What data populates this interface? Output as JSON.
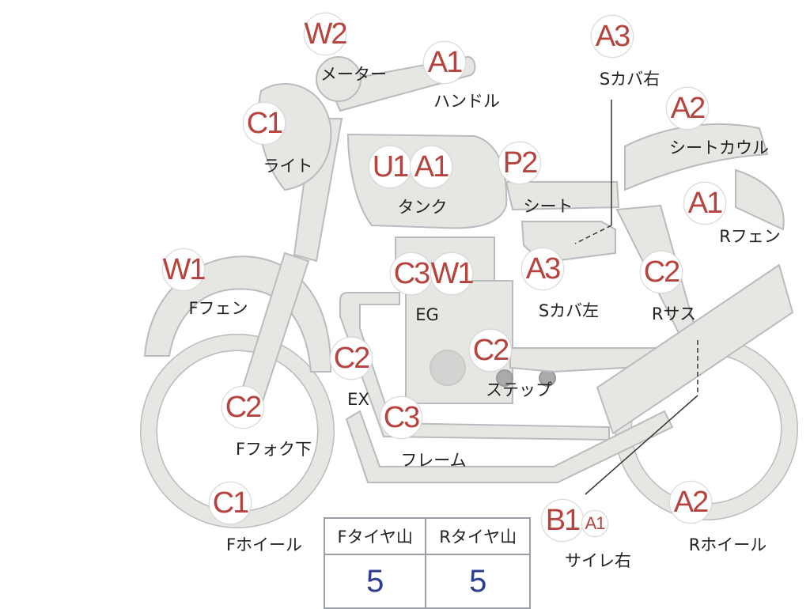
{
  "parts": [
    {
      "id": "w2",
      "code": "W2",
      "label": "メーター",
      "small": false
    },
    {
      "id": "a1-handle",
      "code": "A1",
      "label": "ハンドル",
      "small": false
    },
    {
      "id": "a3-right",
      "code": "A3",
      "label": "Sカバ右",
      "small": false
    },
    {
      "id": "c1-light",
      "code": "C1",
      "label": "ライト",
      "small": false
    },
    {
      "id": "u1",
      "code": "U1",
      "label": "",
      "small": false
    },
    {
      "id": "a1-tank",
      "code": "A1",
      "label": "タンク",
      "small": false
    },
    {
      "id": "p2",
      "code": "P2",
      "label": "シート",
      "small": false
    },
    {
      "id": "a2-cowl",
      "code": "A2",
      "label": "シートカウル",
      "small": false
    },
    {
      "id": "a1-rfender",
      "code": "A1",
      "label": "Rフェン",
      "small": false
    },
    {
      "id": "w1-ffender",
      "code": "W1",
      "label": "Fフェン",
      "small": false
    },
    {
      "id": "c3-eg",
      "code": "C3",
      "label": "",
      "small": false
    },
    {
      "id": "w1-eg",
      "code": "W1",
      "label": "EG",
      "small": false
    },
    {
      "id": "a3-left",
      "code": "A3",
      "label": "Sカバ左",
      "small": false
    },
    {
      "id": "c2-rsus",
      "code": "C2",
      "label": "Rサス",
      "small": false
    },
    {
      "id": "c2-ex",
      "code": "C2",
      "label": "EX",
      "small": false
    },
    {
      "id": "c2-step",
      "code": "C2",
      "label": "ステップ",
      "small": false
    },
    {
      "id": "c2-ffork",
      "code": "C2",
      "label": "Fフォク下",
      "small": false
    },
    {
      "id": "c3-frame",
      "code": "C3",
      "label": "フレーム",
      "small": false
    },
    {
      "id": "c1-fwheel",
      "code": "C1",
      "label": "Fホイール",
      "small": false
    },
    {
      "id": "b1",
      "code": "B1",
      "label": "",
      "small": false
    },
    {
      "id": "a1-silencer",
      "code": "A1",
      "label": "サイレ右",
      "small": true
    },
    {
      "id": "a2-rwheel",
      "code": "A2",
      "label": "Rホイール",
      "small": false
    }
  ],
  "tread_table": {
    "front_header": "Fタイヤ山",
    "rear_header": "Rタイヤ山",
    "front_value": "5",
    "rear_value": "5"
  },
  "colors": {
    "part_fill": "#e6e6e3",
    "part_stroke": "#b9bcbf",
    "code_text": "#b6433d",
    "value_text": "#2c3f8f"
  }
}
